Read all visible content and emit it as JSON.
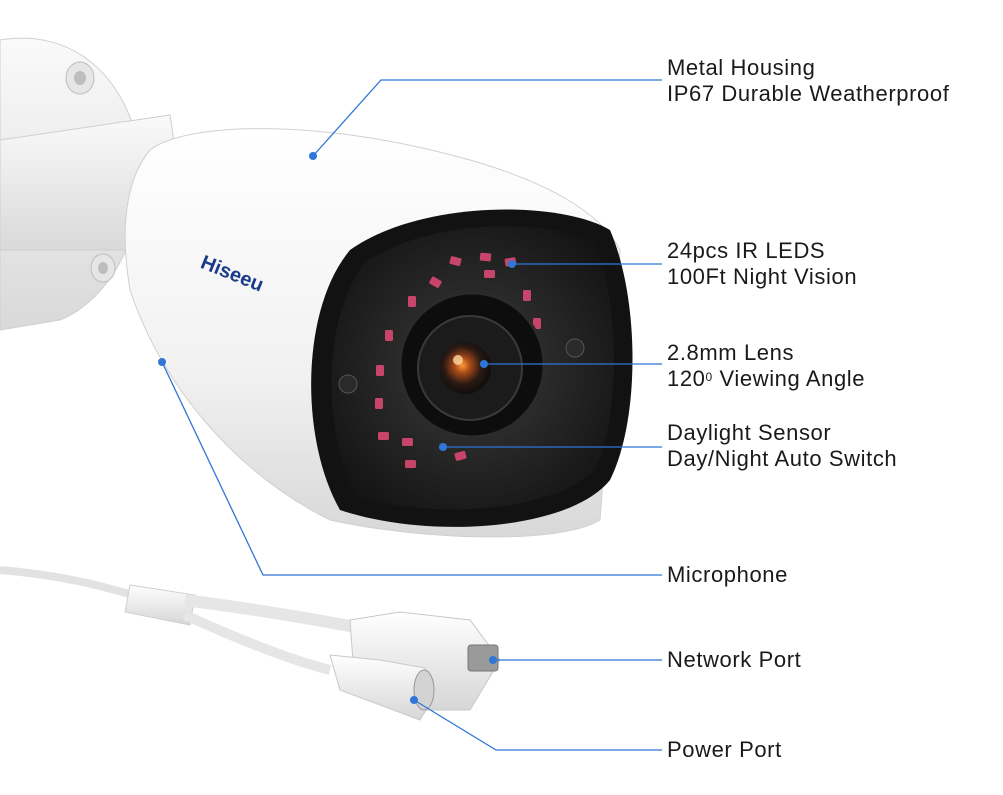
{
  "brand": {
    "logo_text": "Hiseeu"
  },
  "colors": {
    "leader": "#2f76d6",
    "text": "#1a1a1a",
    "body": "#f4f4f4",
    "ring": "#111111",
    "ir_led": "#c7456a"
  },
  "callouts": [
    {
      "id": "metal-housing",
      "line1": "Metal Housing",
      "line2": "IP67 Durable Weatherproof"
    },
    {
      "id": "ir-leds",
      "line1": "24pcs IR LEDS",
      "line2": "100Ft Night Vision"
    },
    {
      "id": "lens",
      "line1": "2.8mm Lens",
      "line2_pre": "120",
      "line2_sup": "0",
      "line2_post": " Viewing Angle"
    },
    {
      "id": "daylight-sensor",
      "line1": "Daylight Sensor",
      "line2": "Day/Night Auto Switch"
    },
    {
      "id": "microphone",
      "line1": "Microphone"
    },
    {
      "id": "network-port",
      "line1": "Network Port"
    },
    {
      "id": "power-port",
      "line1": "Power Port"
    }
  ]
}
